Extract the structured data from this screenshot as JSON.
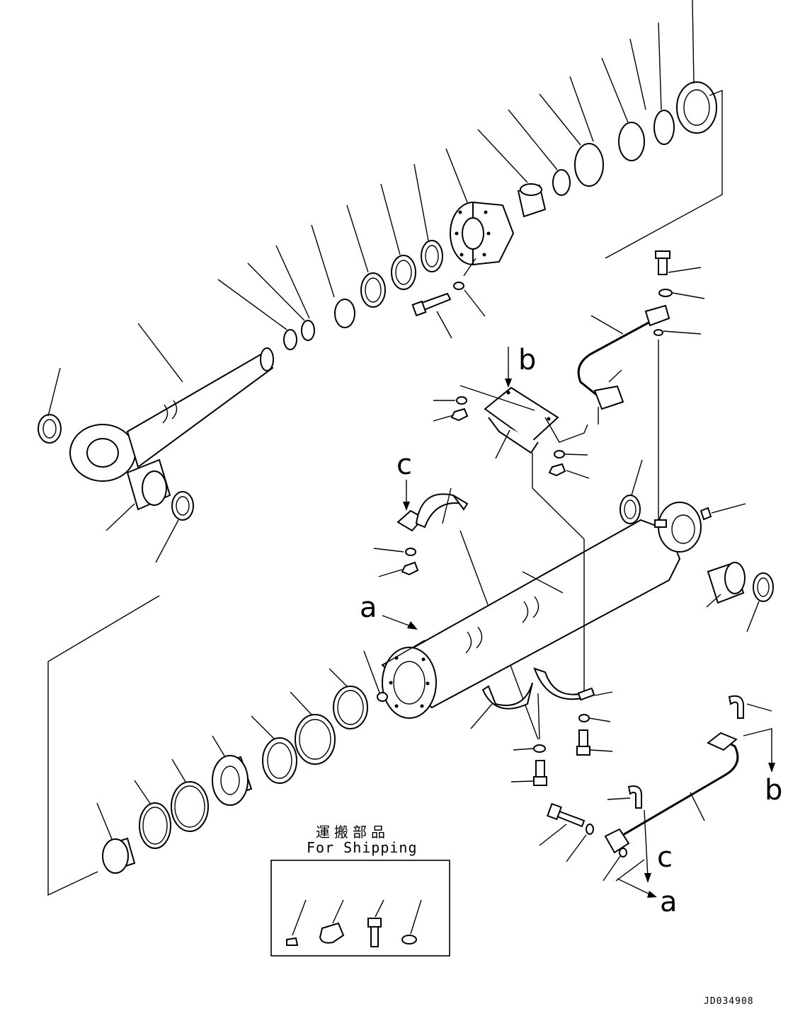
{
  "ref_labels": {
    "a": "a",
    "b": "b",
    "c": "c"
  },
  "shipping": {
    "title_jp": "運搬部品",
    "title_en": "For Shipping"
  },
  "drawing_number": "JD034908"
}
